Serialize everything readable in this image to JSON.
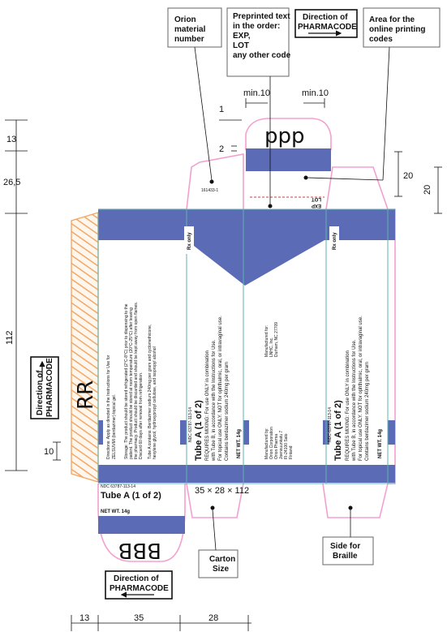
{
  "callouts": {
    "orion_material": "Orion material number",
    "preprinted": [
      "Preprinted text",
      "in the order:",
      "EXP,",
      "LOT",
      "any other code"
    ],
    "direction_top": "Direction of PHARMACODE",
    "online_area": [
      "Area for the",
      "online printing",
      "codes"
    ],
    "direction_left": "Direction of PHARMACODE",
    "direction_bottom": "Direction of PHARMACODE",
    "carton_size": [
      "Carton",
      "Size"
    ],
    "braille_side": [
      "Side for",
      "Braille"
    ]
  },
  "dimensions": {
    "min_left": "min.10",
    "min_right": "min.10",
    "one": "1",
    "two": "2",
    "left_13": "13",
    "left_26_5": "26,5",
    "left_112": "112",
    "left_10": "10",
    "right_20_inner": "20",
    "right_20_outer": "20",
    "bottom_13": "13",
    "bottom_35": "35",
    "bottom_28": "28"
  },
  "carton": {
    "material_number": "161433-1",
    "top_code": "ppp",
    "bottom_code": "BBB",
    "left_code": "RR",
    "exp": "EXP",
    "lot": "LOT",
    "rx_only_1": "Rx only",
    "rx_only_2": "Rx only",
    "size": "35 × 28 × 112",
    "bottom_flap_ndc": "NDC 63787-113-14",
    "bottom_flap_title": "Tube A (1 of 2)",
    "bottom_flap_net": "NET WT. 14g",
    "panel1": [
      "Directions: Apply as directed in the Instructions for Use for",
      "ZELSUVMI (berdazimer) topical gel.",
      "Storage: The product should be stored refrigerated (2°C-8°C) prior to dispensing to the",
      "patient. The product should be stored at room temperature (20°C-25°C) after leaving",
      "the pharmacy. Product should be discarded and should be kept away from open flames.",
      "Discard 60 days after removal from refrigeration.",
      "Tube A contains: Berdazimer sodium 240mg per gram and cyclomethicone,",
      "hexylene glycol, hydroxypropyl cellulose, and isopropyl alcohol"
    ],
    "panel2_ndc": "NDC 63787-113-14",
    "panel2_title": "Tube A (1 of 2)",
    "panel2_lines": [
      "REQUIRES MIXING: For use ONLY in combination",
      "with Tube B, in accordance with the Instructions for Use.",
      "For topical use ONLY. NOT for ophthalmic, oral, or intravaginal use.",
      "Contains berdazimer sodium 240mg per gram"
    ],
    "panel2_net": "NET WT. 14g",
    "panel3_top": [
      "Manufactured for:",
      "LNHC, Inc.",
      "Durham, NC 27709"
    ],
    "panel3_bottom": [
      "Manufactured by:",
      "Orion Corporation",
      "Orion Pharma",
      "Joensuunkatu 7",
      "FI-24100 Salo",
      "Finland"
    ],
    "panel4_ndc": "NDC 63787-113-14",
    "panel4_title": "Tube A (1 of 2)",
    "panel4_lines": [
      "REQUIRES MIXING: For use ONLY in combination",
      "with Tube B, in accordance with the Instructions for Use.",
      "For topical use ONLY. NOT for ophthalmic, oral, or intravaginal use.",
      "Contains berdazimer sodium 240mg per gram"
    ],
    "panel4_net": "NET WT. 14g"
  },
  "colors": {
    "cut_line": "#f4a0cf",
    "panel_blue": "#5b6bb5",
    "glue_hatch": "#f3a765",
    "fold_line": "#5fb3b0",
    "pharma_line": "#c0463c"
  }
}
